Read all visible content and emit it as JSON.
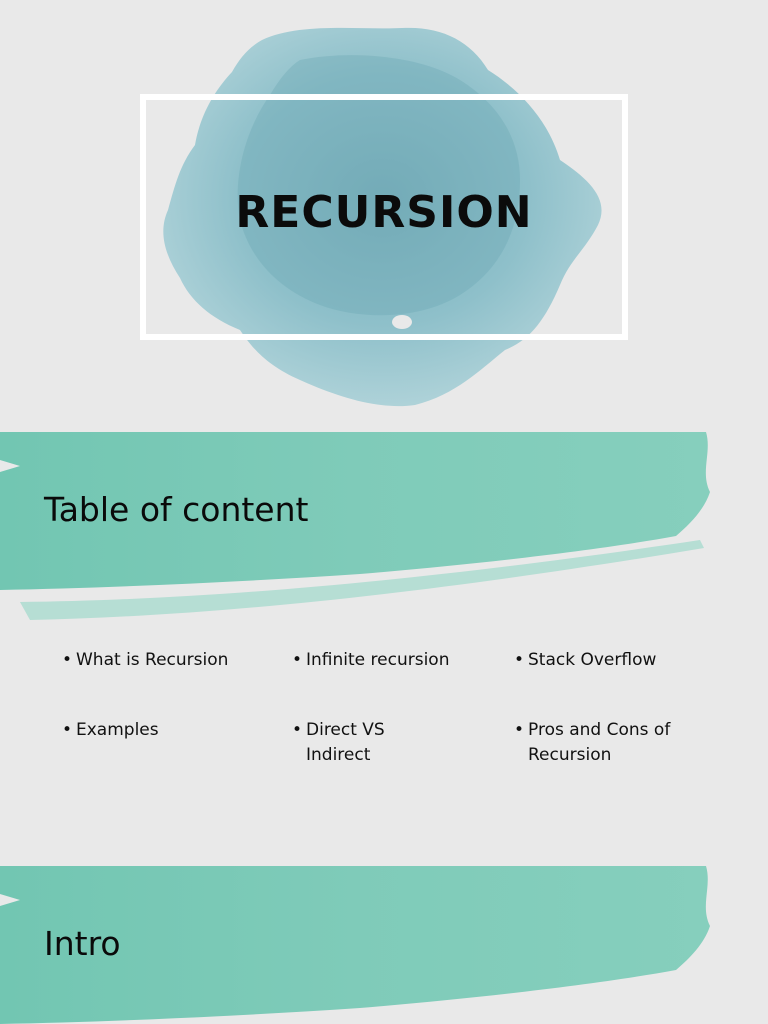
{
  "title_slide": {
    "title": "RECURSION"
  },
  "toc_slide": {
    "heading": "Table of content",
    "items": [
      "What is Recursion",
      "Infinite recursion",
      "Stack Overflow",
      "Examples",
      "Direct VS Indirect",
      "Pros and Cons of Recursion"
    ]
  },
  "intro_slide": {
    "heading": "Intro"
  },
  "colors": {
    "background": "#e9e9e9",
    "watercolor_blue": "#7fb6c2",
    "brush_teal": "#79c9b6",
    "frame": "#ffffff"
  }
}
